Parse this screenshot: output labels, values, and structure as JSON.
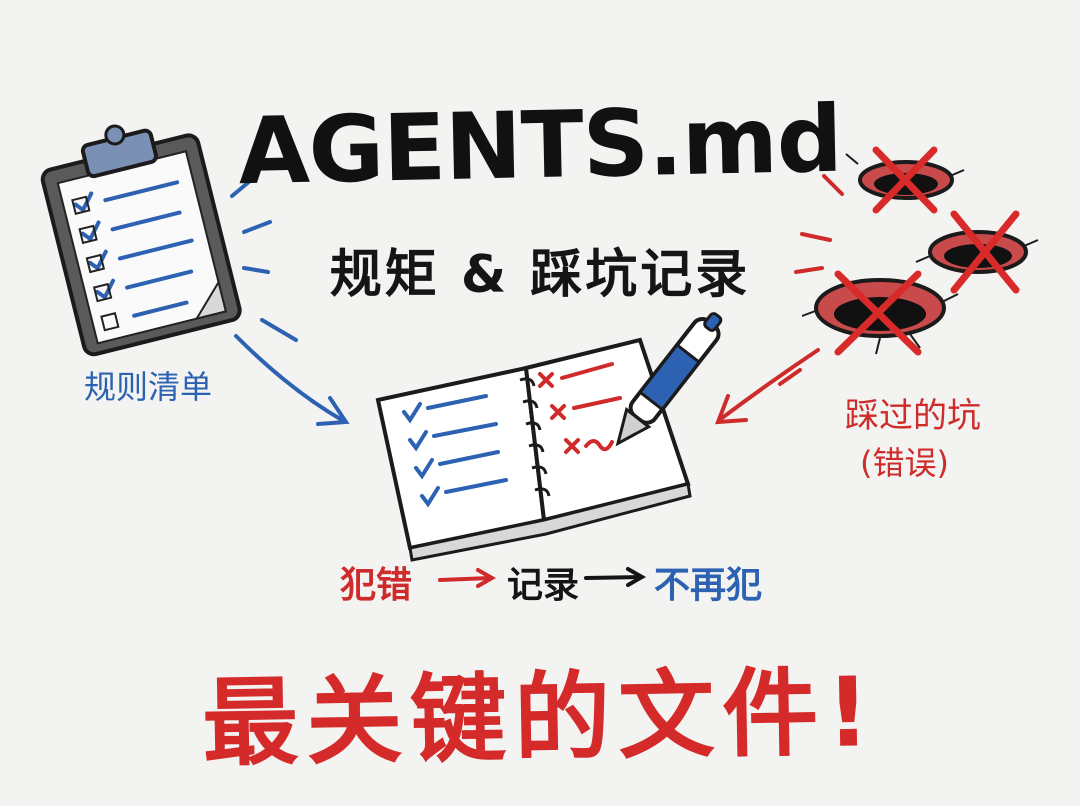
{
  "title": "AGENTS.md",
  "subtitle": "规矩 & 踩坑记录",
  "left_label": "规则清单",
  "right_label": {
    "main": "踩过的坑",
    "sub": "(错误)"
  },
  "flow": {
    "step1": "犯错",
    "step2": "记录",
    "step3": "不再犯"
  },
  "bottom_text": "最关键的文件!",
  "colors": {
    "blue": "#2d62b3",
    "red": "#cf2b2b",
    "ink": "#141414",
    "background": "#f3f3f1"
  },
  "icons": [
    "clipboard-checklist-icon",
    "open-notebook-icon",
    "pen-icon",
    "pit-holes-icon"
  ]
}
